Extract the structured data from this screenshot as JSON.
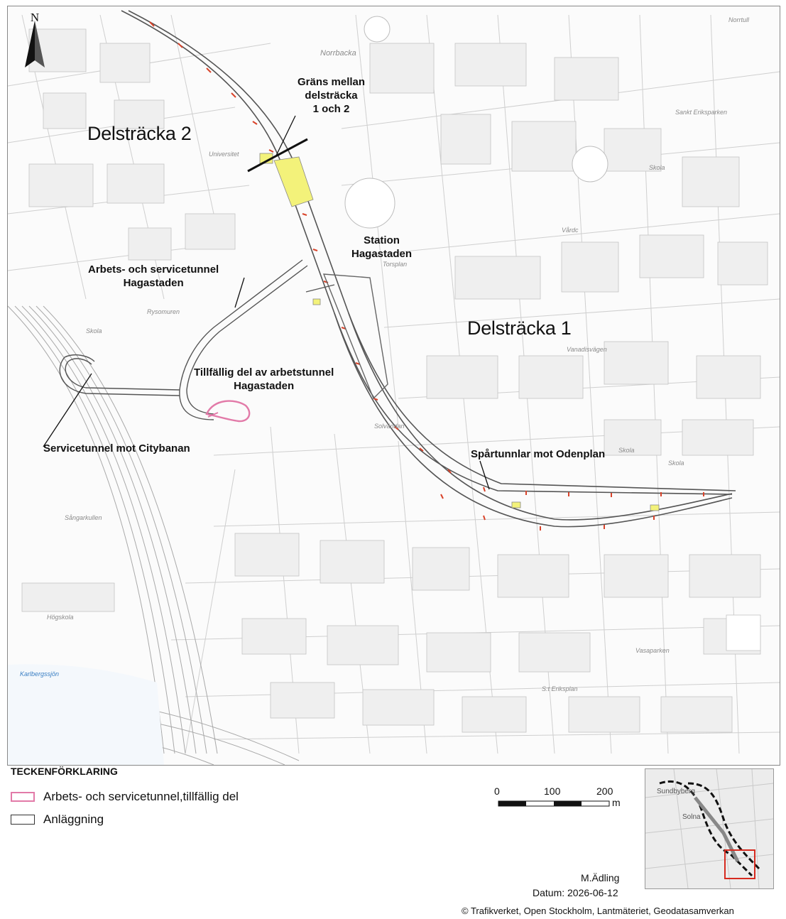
{
  "map": {
    "north_symbol": "N",
    "section_labels": {
      "section2": "Delsträcka 2",
      "section1": "Delsträcka 1"
    },
    "annotations": {
      "boundary": [
        "Gräns mellan",
        "delsträcka",
        "1 och 2"
      ],
      "station": [
        "Station",
        "Hagastaden"
      ],
      "work_tunnel": [
        "Arbets- och servicetunnel",
        "Hagastaden"
      ],
      "temp_tunnel": [
        "Tillfällig del av arbetstunnel",
        "Hagastaden"
      ],
      "service_citybanan": "Servicetunnel mot Citybanan",
      "track_odenplan": "Spårtunnlar mot Odenplan"
    },
    "places": {
      "norrbacka": "Norrbacka",
      "norrtull": "Norrtull",
      "sankt_eriksparken": "Sankt Eriksparken",
      "skola1": "Skola",
      "skola2": "Skola",
      "skola3": "Skola",
      "skola4": "Skola",
      "vardc": "Vårdc",
      "torsplan": "Torsplan",
      "rysomuren": "Rysomuren",
      "vanadisvagen": "Vanadisvägen",
      "solvanda": "Solvändan",
      "sangarkullen": "Sångarkullen",
      "hogskola": "Högskola",
      "vasaparken": "Vasaparken",
      "st_eriksplan": "S:t Eriksplan",
      "karlbergssjon": "Karlbergssjön",
      "universitet": "Universitet"
    },
    "colors": {
      "tunnel": "#555555",
      "temporary": "#e27aa8",
      "station": "#f3f27a",
      "marks": "#d9432a",
      "water": "#3a7fc4"
    }
  },
  "legend": {
    "title": "TECKENFÖRKLARING",
    "items": [
      {
        "label": "Arbets- och servicetunnel,tillfällig del",
        "color": "#e27aa8"
      },
      {
        "label": "Anläggning",
        "color": "#333333"
      }
    ],
    "scale": {
      "ticks": [
        "0",
        "100",
        "200"
      ],
      "unit": "m"
    },
    "author": "M.Ädling",
    "date": "Datum: 2026-06-12",
    "inset_places": {
      "sundbyberg": "Sundbyberg",
      "solna": "Solna"
    }
  },
  "copyright": "© Trafikverket, Open Stockholm, Lantmäteriet, Geodatasamverkan"
}
